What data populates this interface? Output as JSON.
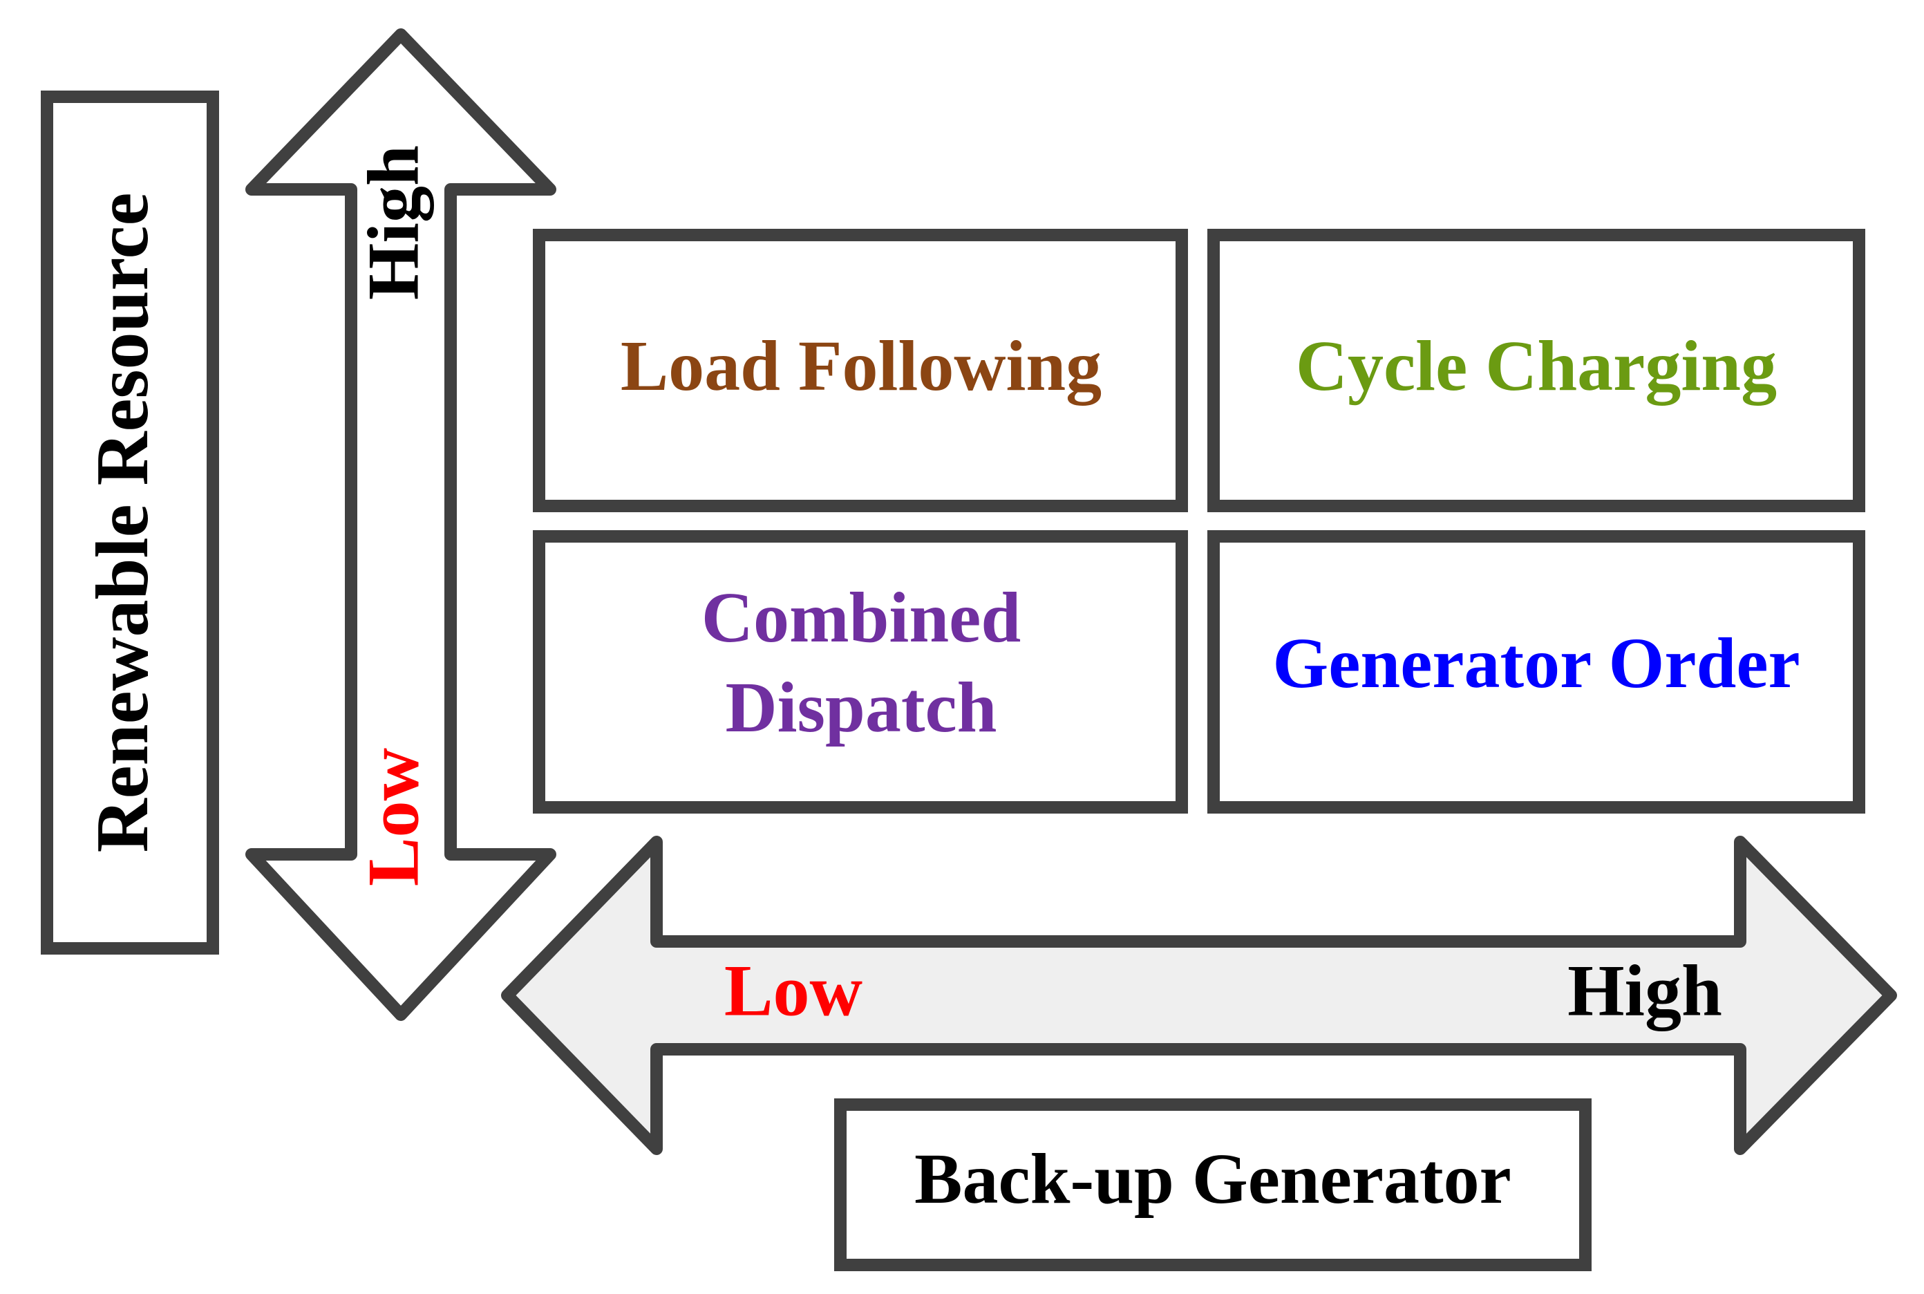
{
  "y_axis": {
    "title": "Renewable Resource",
    "high_label": "High",
    "low_label": "Low"
  },
  "x_axis": {
    "title": "Back-up Generator",
    "high_label": "High",
    "low_label": "Low"
  },
  "quadrants": {
    "top_left": {
      "line1": "Load Following",
      "line2": ""
    },
    "top_right": {
      "line1": "Cycle Charging",
      "line2": ""
    },
    "bottom_left": {
      "line1": "Combined",
      "line2": "Dispatch"
    },
    "bottom_right": {
      "line1": "Generator Order",
      "line2": ""
    }
  },
  "colors": {
    "outline": "#404040",
    "text": "#000000",
    "low_label": "#ff0000",
    "load_following": "#8B4513",
    "cycle_charging": "#6B9B12",
    "combined_dispatch": "#7030A0",
    "generator_order": "#0000FF",
    "x_arrow_fill": "#efefef",
    "y_arrow_fill": "#ffffff"
  }
}
